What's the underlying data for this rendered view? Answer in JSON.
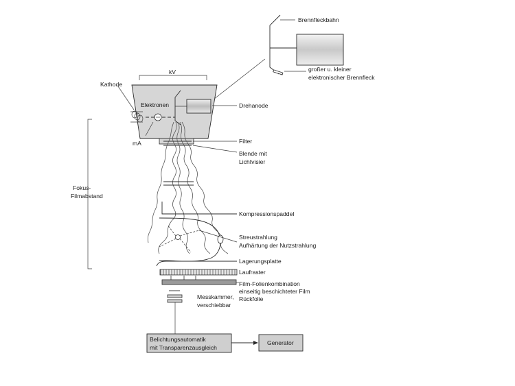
{
  "labels": {
    "brennfleckbahn": "Brennfleckbahn",
    "brennfleck_line1": "großer u. kleiner",
    "brennfleck_line2": "elektronischer Brennfleck",
    "kv": "kV",
    "kathode": "Kathode",
    "elektronen": "Elektronen",
    "drehanode": "Drehanode",
    "ma": "mA",
    "filter": "Filter",
    "blende_line1": "Blende mit",
    "blende_line2": "Lichtvisier",
    "fokus_line1": "Fokus-",
    "fokus_line2": "Filmabstand",
    "kompressionspaddel": "Kompressionspaddel",
    "streu_line1": "Streustrahlung",
    "streu_line2": "Aufhärtung der Nutzstrahlung",
    "lagerungsplatte": "Lagerungsplatte",
    "laufraster": "Laufraster",
    "film_line1": "Film-Folienkombination",
    "film_line2": "einseitig beschichteter Film",
    "film_line3": "Rückfolie",
    "messkammer_line1": "Messkammer,",
    "messkammer_line2": "verschiebbar",
    "belichtung_line1": "Belichtungsautomatik",
    "belichtung_line2": "mit Transparenzausgleich",
    "generator": "Generator"
  },
  "colors": {
    "housing": "#d6d6d6",
    "box": "#cfcfcf",
    "line": "#2a2a2a"
  }
}
